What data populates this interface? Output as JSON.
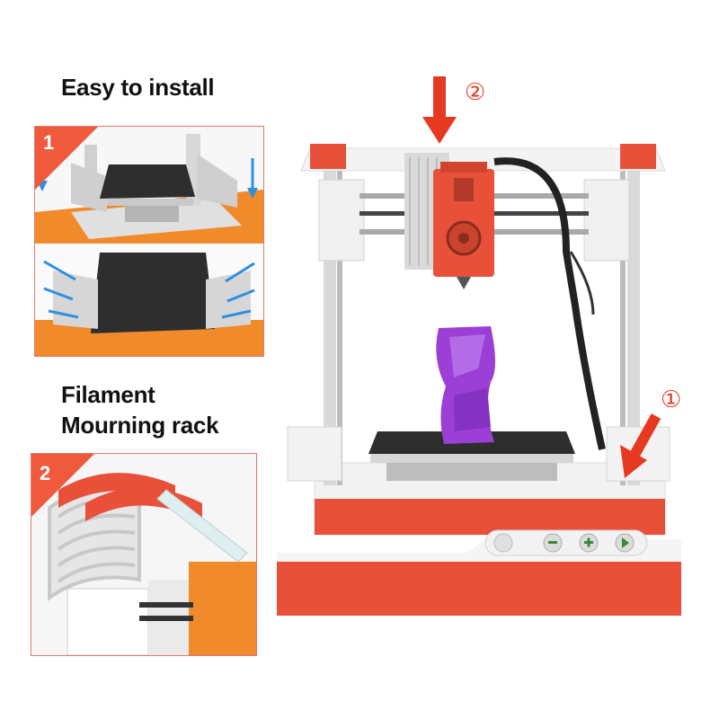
{
  "headings": {
    "install": "Easy to install",
    "filament_line1": "Filament",
    "filament_line2": "Mourning rack"
  },
  "panels": [
    {
      "badge": "1"
    },
    {
      "badge": "2"
    }
  ],
  "callouts": {
    "frame": "①",
    "top": "②"
  },
  "colors": {
    "accent": "#f05a3c",
    "printer_orange": "#e8503a",
    "frame_white": "#f2f2f2",
    "print_purple": "#9c3fd6",
    "arrow_red": "#e53a21",
    "guide_blue": "#2f8fe0"
  },
  "icons": [
    "arrow-down-icon",
    "arrow-diagonal-icon",
    "control-button-icons"
  ]
}
